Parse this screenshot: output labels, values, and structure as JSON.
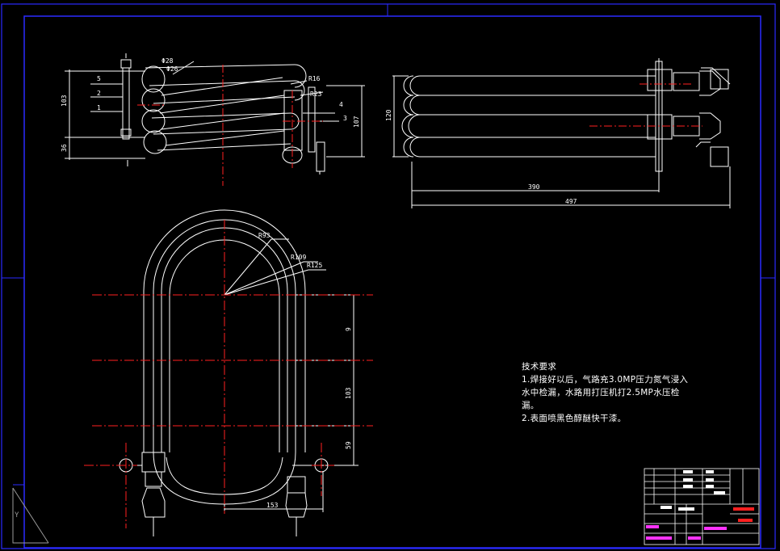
{
  "colors": {
    "background": "#000000",
    "frame": "#2a2aff",
    "line": "#ffffff",
    "center_line": "#ff2020",
    "label": "#ff3030",
    "magenta": "#ff33ff"
  },
  "parts": [
    "1",
    "2",
    "3",
    "4",
    "5"
  ],
  "dimensions": {
    "d28": "Φ28",
    "d26": "Φ26",
    "r16": "R16",
    "r23": "R23",
    "h103": "103",
    "h36": "36",
    "h107": "107",
    "h120": "120",
    "w390": "390",
    "w497": "497",
    "r93": "R93",
    "r109": "R109",
    "r125": "R125",
    "v_top": "9",
    "v_mid": "103",
    "v_bot": "59",
    "w153": "153"
  },
  "notes": {
    "title": "技术要求",
    "line1": "1.焊接好以后，气路充3.0MP压力氮气浸入",
    "line2": "水中检漏，水路用打压机打2.5MP水压检",
    "line3": "漏。",
    "line4": "2.表面喷黑色醇醚快干漆。"
  }
}
